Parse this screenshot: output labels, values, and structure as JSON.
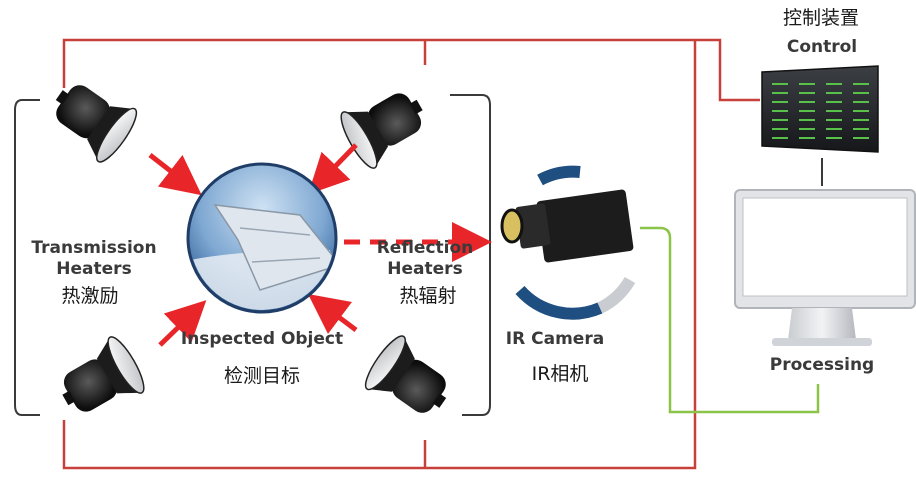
{
  "labels": {
    "control_zh": "控制装置",
    "control_en": "Control",
    "transmission_line1": "Transmission",
    "transmission_line2": "Heaters",
    "transmission_zh": "热激励",
    "reflection_line1": "Reflection",
    "reflection_line2": "Heaters",
    "reflection_zh": "热辐射",
    "object_en": "Inspected Object",
    "object_zh": "检测目标",
    "camera_en": "IR Camera",
    "camera_zh": "IR相机",
    "processing_en": "Processing"
  },
  "colors": {
    "control_line": "#c8403a",
    "signal_line": "#8cc44a",
    "arrow": "#e8262a",
    "heater_line": "#3a3a3a",
    "sky": "#8fb8dc",
    "text": "#3a3a3a"
  },
  "icons": {
    "heater": "studio-light-heater-icon",
    "object": "airplane-wing-icon",
    "camera": "infrared-camera-icon",
    "control": "server-rack-icon",
    "processing": "monitor-icon"
  }
}
